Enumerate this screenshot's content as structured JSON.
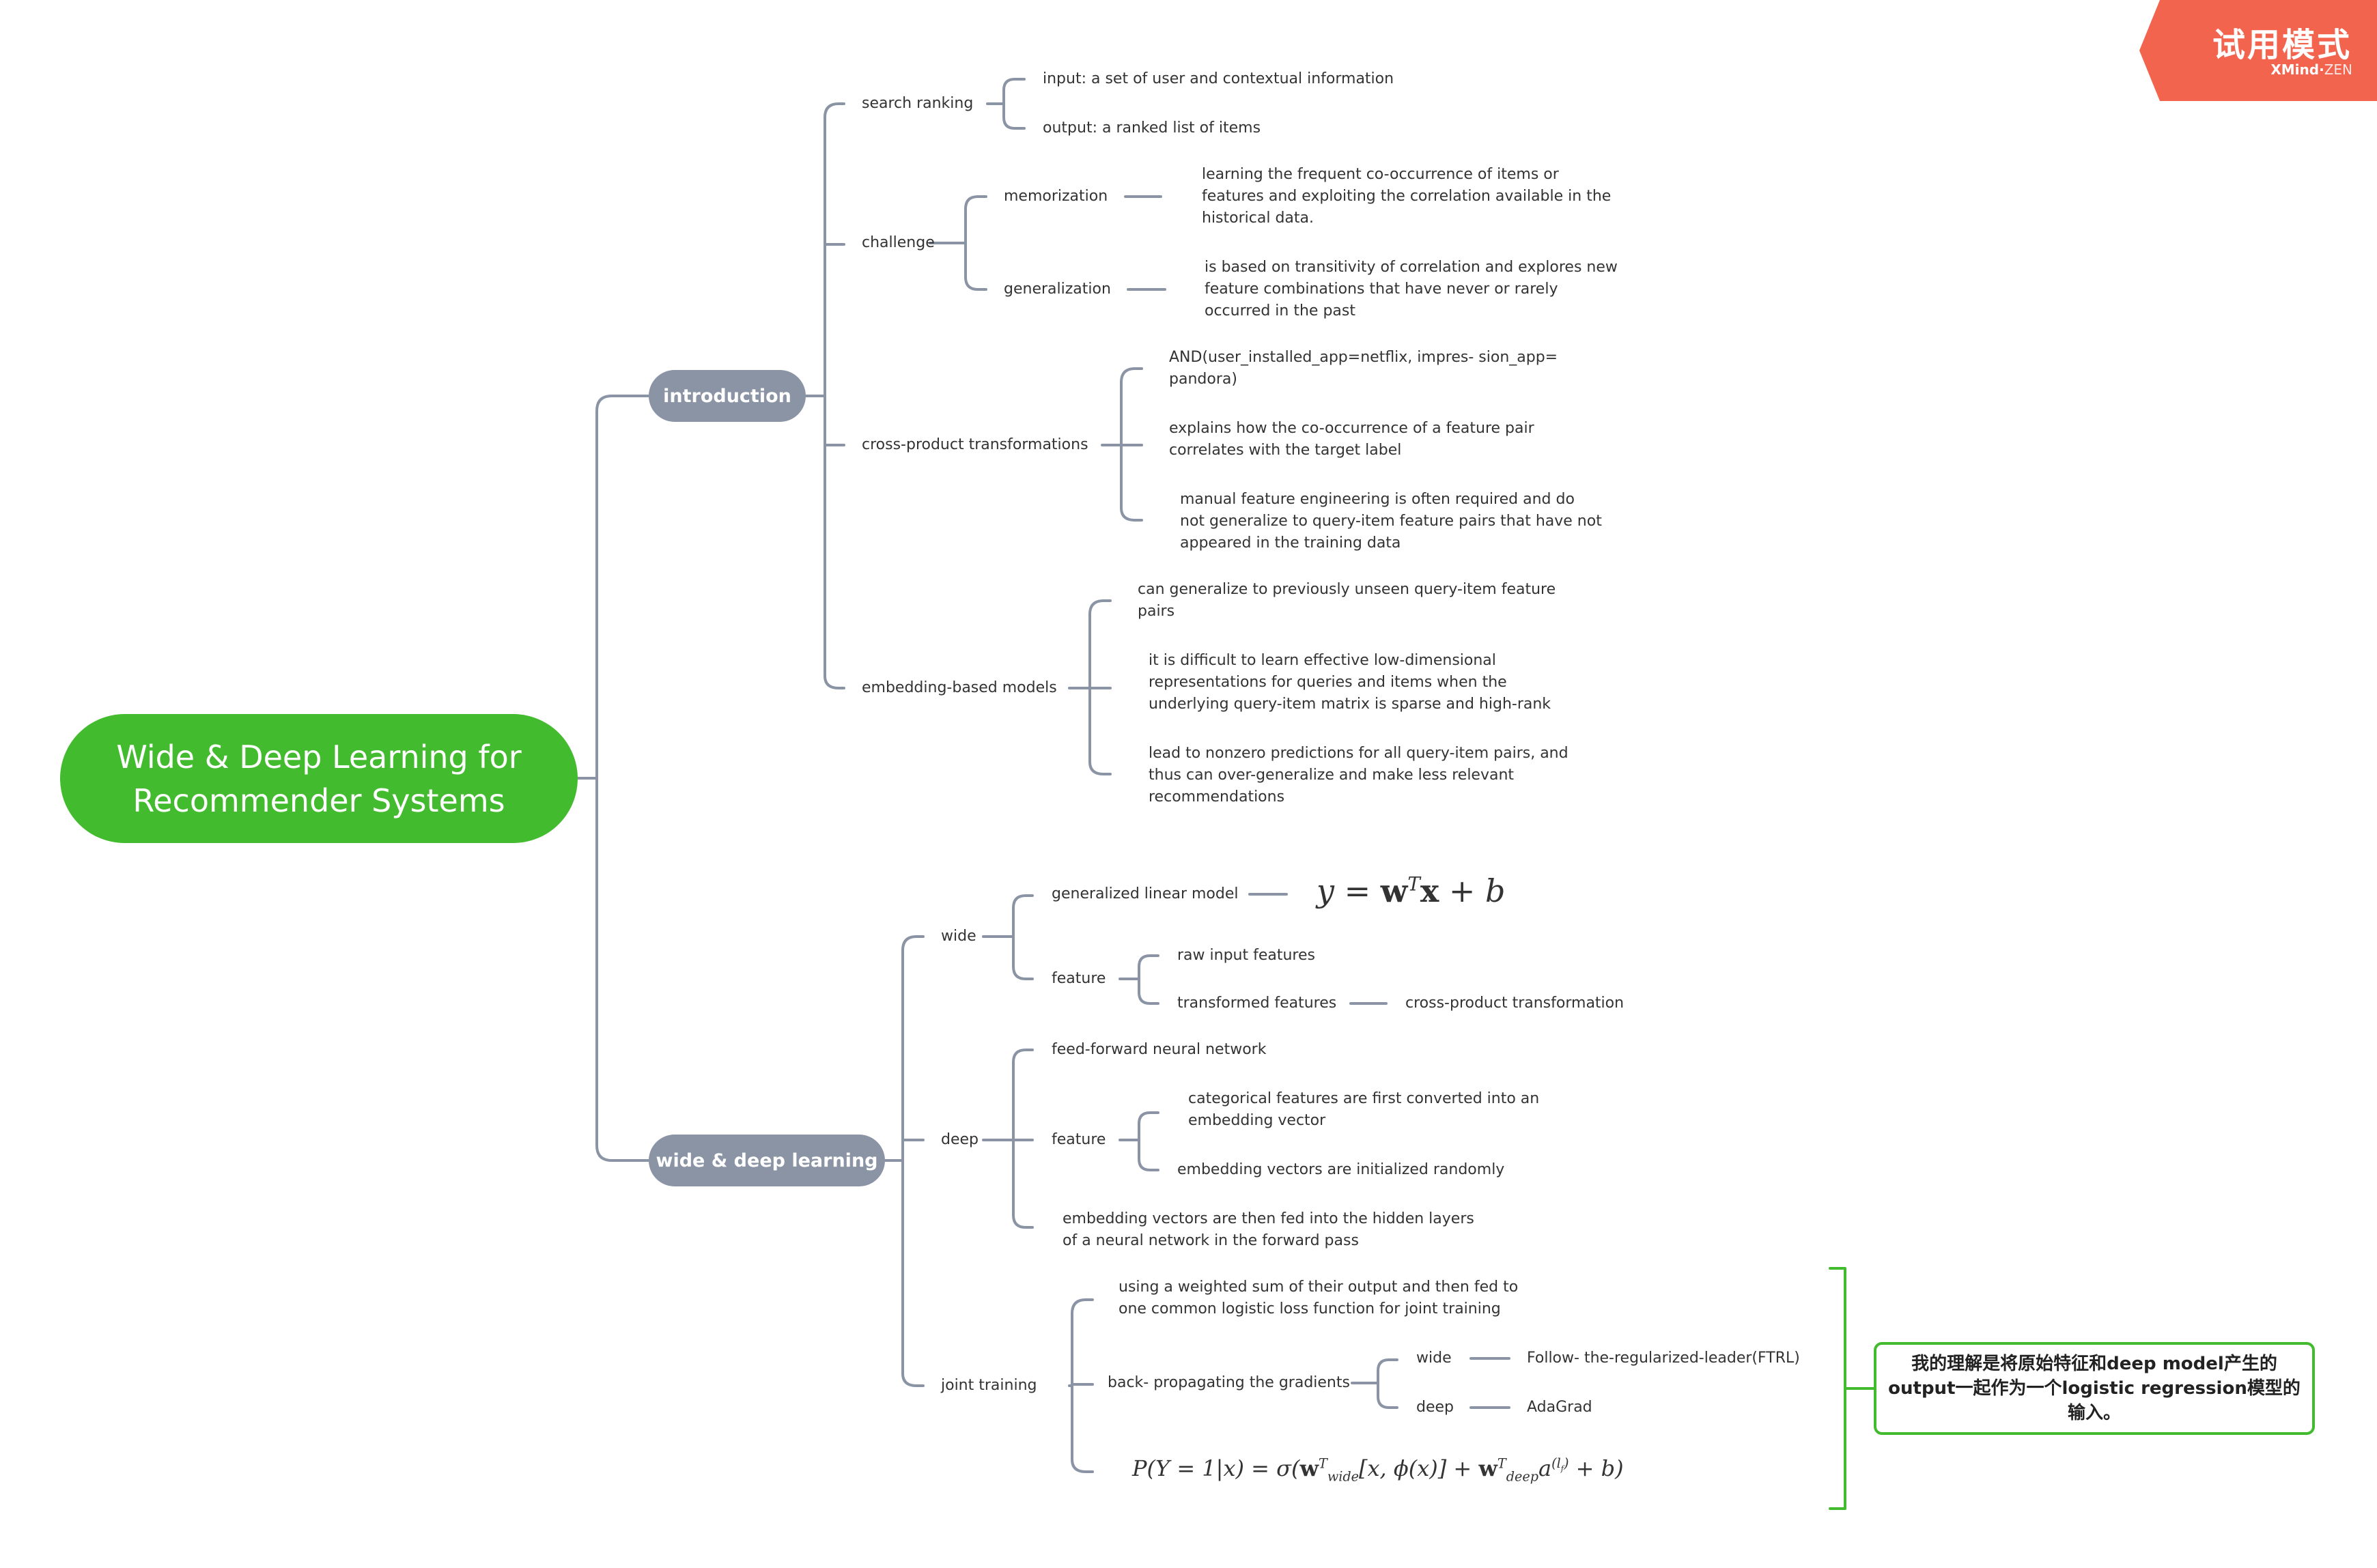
{
  "colors": {
    "line": "#8a94a5",
    "topic": "#8a94a5",
    "root": "#43bb2e",
    "accent": "#43bb2e",
    "badge": "#f3644f"
  },
  "badge": {
    "text": "试用模式",
    "brand": "XMind",
    "brand_suffix": "ZEN",
    "brand_separator": "·"
  },
  "root": {
    "line1": "Wide & Deep Learning for",
    "line2": "Recommender Systems"
  },
  "introduction": {
    "label": "introduction",
    "search_ranking": {
      "label": "search ranking",
      "input": "input: a set of user and contextual information",
      "output": "output: a ranked list of items"
    },
    "challenge": {
      "label": "challenge",
      "memorization": "memorization",
      "memorization_desc": "learning the frequent co-occurrence of items or features and exploiting the correlation available in the historical data.",
      "generalization": "generalization",
      "generalization_desc": "is based on transitivity of correlation and explores new feature combinations that have never or rarely occurred in the past"
    },
    "cross_product": {
      "label": "cross-product transformations",
      "item1": "AND(user_installed_app=netflix, impres- sion_app= pandora)",
      "item2": "explains how the co-occurrence of a feature pair correlates with the target label",
      "item3": "manual feature engineering is often required and do not generalize to query-item feature pairs that have not appeared in the training data"
    },
    "embedding": {
      "label": "embedding-based models",
      "item1": "can generalize to previously unseen query-item feature pairs",
      "item2": "it is difficult to learn effective low-dimensional representations for queries and items when the underlying query-item matrix is sparse and high-rank",
      "item3": "lead to nonzero predictions for all query-item pairs, and thus can over-generalize and make less relevant recommendations"
    }
  },
  "wide_deep": {
    "label": "wide & deep learning",
    "wide": {
      "label": "wide",
      "glm": "generalized linear model",
      "formula": {
        "y": "y",
        "eq": "=",
        "w": "w",
        "sup": "T",
        "x": "x",
        "plus": "+",
        "b": "b"
      },
      "feature": "feature",
      "raw": "raw input features",
      "transformed": "transformed features",
      "cross": "cross-product transformation"
    },
    "deep": {
      "label": "deep",
      "ffnn": "feed-forward neural network",
      "feature": "feature",
      "categorical": "categorical features are first converted into an embedding vector",
      "random_init": "embedding vectors are initialized randomly",
      "fed": "embedding vectors are then fed into the hidden layers of a neural network in the forward pass"
    },
    "joint": {
      "label": "joint training",
      "weighted": "using a weighted sum of their output and then fed to one common logistic loss function for joint training",
      "backprop": "back- propagating the gradients",
      "wide": "wide",
      "wide_opt": "Follow- the-regularized-leader(FTRL)",
      "deep": "deep",
      "deep_opt": "AdaGrad",
      "formula": {
        "lhs": "P(Y = 1|x) = σ(",
        "w1": "w",
        "sup1": "T",
        "sub1": "wide",
        "mid": "[x, ϕ(x)] + ",
        "w2": "w",
        "sup2": "T",
        "sub2": "deep",
        "a": "a",
        "sup3": "(l",
        "sub3": "f",
        "sup3_end": ")",
        "end": " + b)"
      }
    }
  },
  "callout": "我的理解是将原始特征和deep model产生的output一起作为一个logistic regression模型的输入。"
}
